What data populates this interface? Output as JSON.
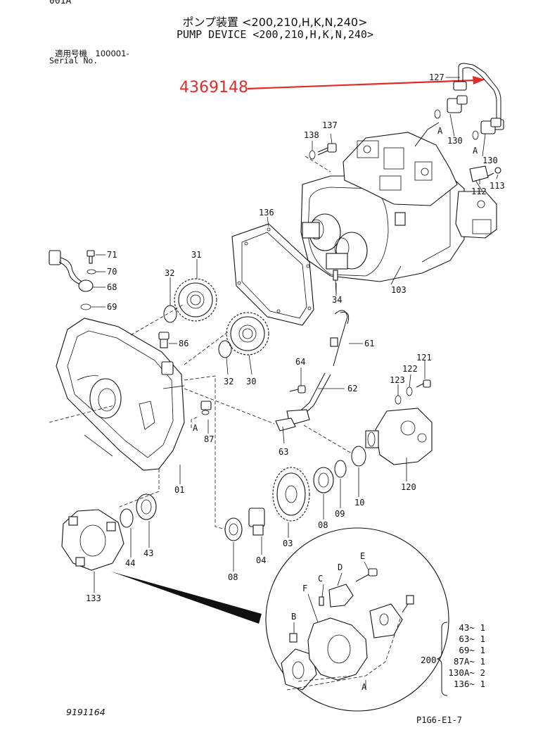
{
  "header": {
    "page_code": "001A",
    "title_jp": "ポンプ装置 <200,210,H,K,N,240>",
    "title_en": "PUMP DEVICE <200,210,H,K,N,240>",
    "serial_label_jp": "適用号機　100001-",
    "serial_label_en": "Serial No."
  },
  "highlight": {
    "part_number": "4369148",
    "color": "#e52a2a"
  },
  "callouts": {
    "c127": "127",
    "c130a": "130",
    "c130b": "130",
    "c137": "137",
    "c138": "138",
    "c112": "112",
    "c113": "113",
    "c136": "136",
    "c103": "103",
    "c34": "34",
    "c71": "71",
    "c70": "70",
    "c68": "68",
    "c69": "69",
    "c31": "31",
    "c32a": "32",
    "c86": "86",
    "c32b": "32",
    "c30": "30",
    "c61": "61",
    "c64": "64",
    "c62": "62",
    "c63": "63",
    "c121": "121",
    "c122": "122",
    "c123": "123",
    "c120": "120",
    "c87": "87",
    "c01": "01",
    "c10": "10",
    "c09": "09",
    "c08a": "08",
    "c03": "03",
    "c04": "04",
    "c08b": "08",
    "c44": "44",
    "c43": "43",
    "c133": "133",
    "ref_a1": "A",
    "ref_a2": "A",
    "ref_a3": "A",
    "ref_a4": "A",
    "ref_b": "B",
    "ref_c": "C",
    "ref_d": "D",
    "ref_e": "E",
    "ref_f": "F"
  },
  "kit": {
    "key": "200",
    "rows": [
      "43~ 1",
      "63~ 1",
      "69~ 1",
      "87A~ 1",
      "130A~ 2",
      "136~ 1"
    ]
  },
  "footer": {
    "drawing_number": "9191164",
    "page_ref": "P1G6-E1-7"
  }
}
